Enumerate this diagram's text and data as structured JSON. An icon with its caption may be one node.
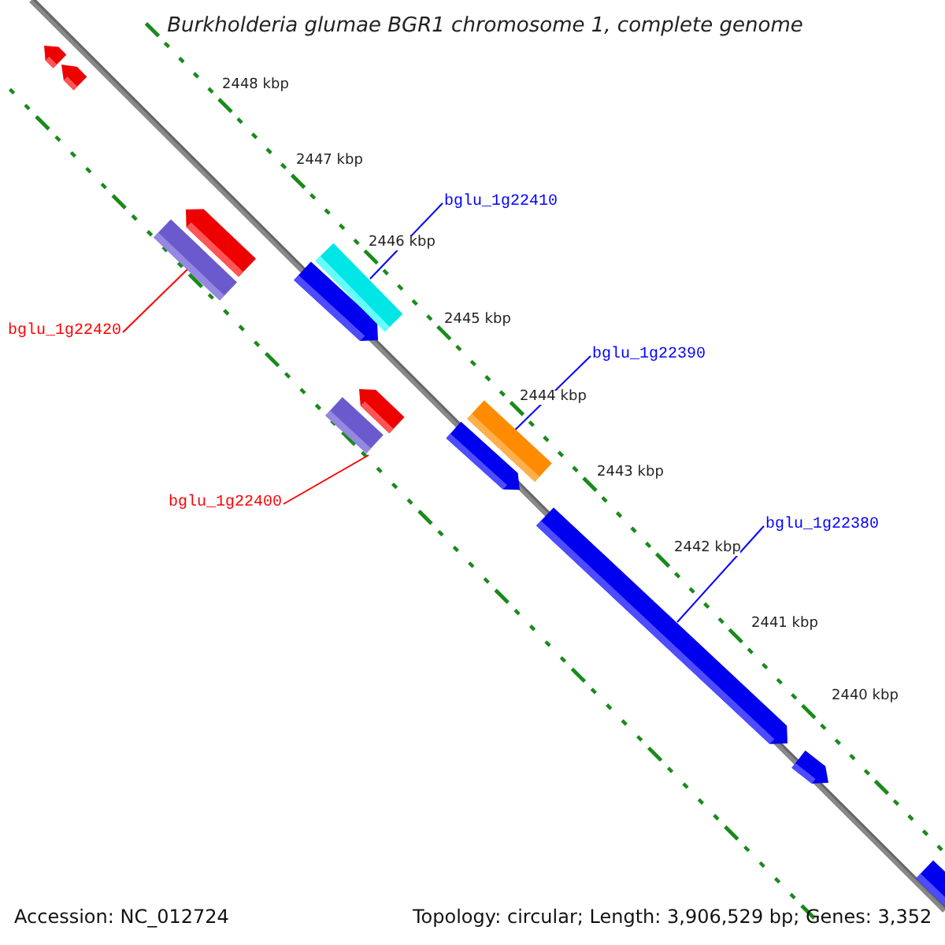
{
  "diagram": {
    "title": "Burkholderia glumae BGR1 chromosome 1, complete genome",
    "nodes": [
      {
        "text": [
          "bglu_1g22410"
        ]
      },
      {
        "text": [],
        "shape": "bar"
      },
      {
        "text": [
          "bglu_1g22420"
        ]
      },
      {
        "text": [],
        "shape": "bar"
      },
      {
        "text": [
          "bglu_1g22390"
        ]
      },
      {
        "text": [],
        "shape": "bar"
      },
      {
        "text": [
          "bglu_1g22400"
        ]
      },
      {
        "text": [],
        "shape": "bar"
      },
      {
        "text": [
          "bglu_1g22380"
        ]
      },
      {
        "text": [],
        "shape": "bar"
      }
    ],
    "edges": [
      {
        "from": 0,
        "to": 1,
        "arrow": "none"
      },
      {
        "from": 2,
        "to": 3,
        "arrow": "none",
        "color": "#ff0000"
      },
      {
        "from": 4,
        "to": 5,
        "arrow": "none"
      },
      {
        "from": 6,
        "to": 7,
        "arrow": "none",
        "color": "#ff0000"
      },
      {
        "from": 8,
        "to": 9,
        "arrow": "none"
      }
    ],
    "labels": [
      "2448 kbp",
      "2447 kbp",
      "2446 kbp",
      "2445 kbp",
      "2444 kbp",
      "2443 kbp",
      "2442 kbp",
      "2441 kbp",
      "2440 kbp",
      "Accession: NC_012724",
      "Topology: circular; Length: 3,906,529 bp; Genes: 3,352"
    ]
  }
}
